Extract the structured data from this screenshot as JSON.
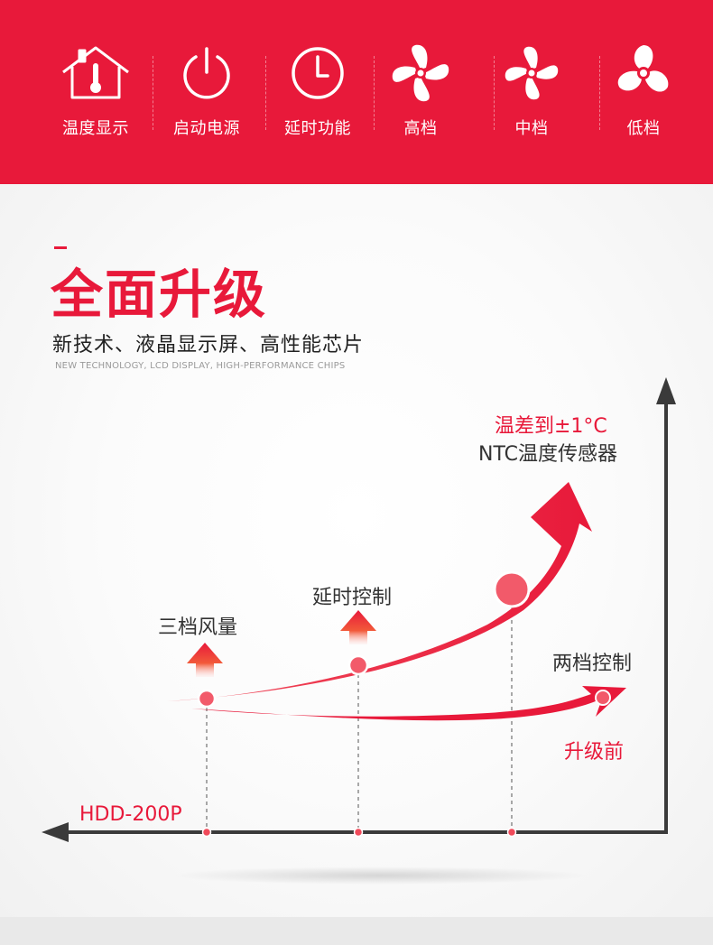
{
  "features": [
    {
      "icon": "house-thermometer-icon",
      "label": "温度显示"
    },
    {
      "icon": "power-icon",
      "label": "启动电源"
    },
    {
      "icon": "clock-icon",
      "label": "延时功能"
    },
    {
      "icon": "fan-high-icon",
      "label": "高档"
    },
    {
      "icon": "fan-mid-icon",
      "label": "中档"
    },
    {
      "icon": "fan-low-icon",
      "label": "低档"
    }
  ],
  "headline": {
    "title": "全面升级",
    "subtitle": "新技术、液晶显示屏、高性能芯片",
    "subtitle_en": "NEW TECHNOLOGY, LCD DISPLAY, HIGH-PERFORMANCE CHIPS"
  },
  "diagram": {
    "model_label": "HDD-200P",
    "upgrade_points": [
      "三档风量",
      "延时控制"
    ],
    "peak_label_line1": "温差到±1°C",
    "peak_label_line2": "NTC温度传感器",
    "before_label": "两档控制",
    "before_tag": "升级前"
  },
  "colors": {
    "brand_red": "#e8193a",
    "text_dark": "#333333",
    "axis": "#3a3a3a"
  }
}
